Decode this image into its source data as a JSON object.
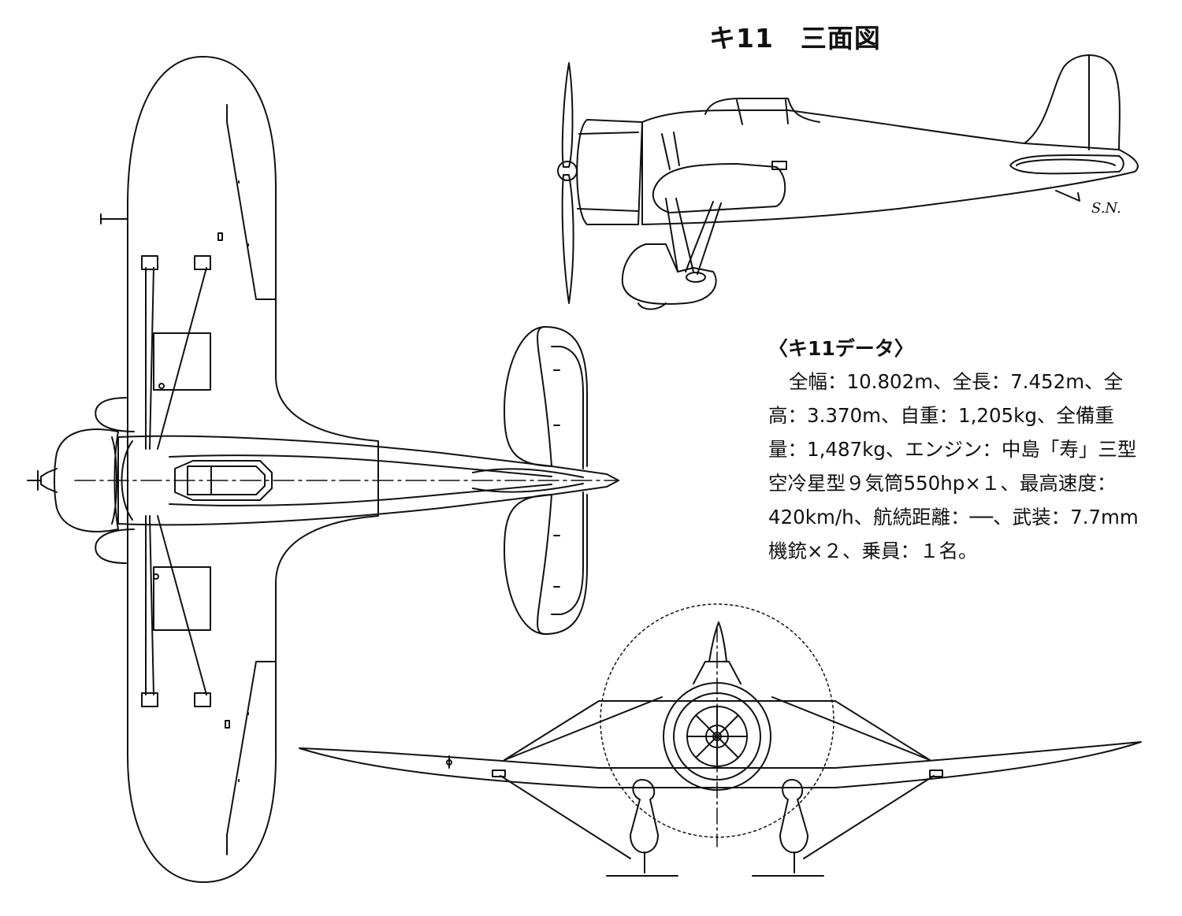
{
  "title": "キ11　三面図",
  "data_heading": "〈キ11データ〉",
  "data_lines": [
    "全幅：10.802m、全長：7.452m、全",
    "高：3.370m、自重：1,205kg、全備重",
    "量：1,487kg、エンジン：中島「寿」三型",
    "空冷星型９気筒550hp×１、最高速度：",
    "420km/h、航続距離：──、武装：7.7mm",
    "機銃×２、乗員：１名。"
  ],
  "signature": "S.N.",
  "colors": {
    "line": "#111111",
    "paper": "#ffffff"
  }
}
